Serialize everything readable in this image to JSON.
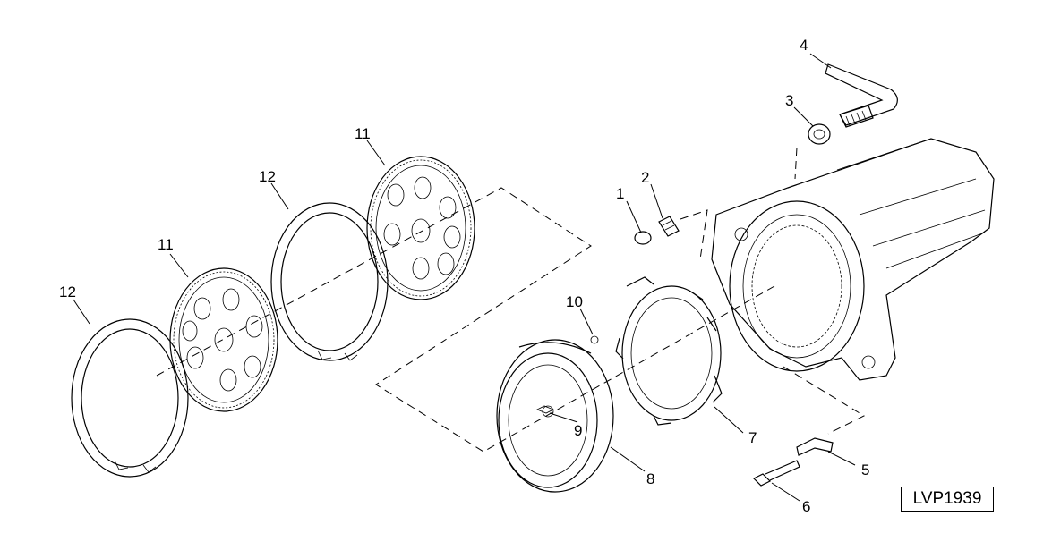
{
  "figure_id": "LVP1939",
  "callouts": [
    {
      "id": "c1",
      "label": "1"
    },
    {
      "id": "c2",
      "label": "2"
    },
    {
      "id": "c3",
      "label": "3"
    },
    {
      "id": "c4",
      "label": "4"
    },
    {
      "id": "c5",
      "label": "5"
    },
    {
      "id": "c6",
      "label": "6"
    },
    {
      "id": "c7",
      "label": "7"
    },
    {
      "id": "c8",
      "label": "8"
    },
    {
      "id": "c9",
      "label": "9"
    },
    {
      "id": "c10",
      "label": "10"
    },
    {
      "id": "c11a",
      "label": "11"
    },
    {
      "id": "c11b",
      "label": "11"
    },
    {
      "id": "c12a",
      "label": "12"
    },
    {
      "id": "c12b",
      "label": "12"
    }
  ],
  "colors": {
    "line": "#000000",
    "background": "#ffffff"
  }
}
